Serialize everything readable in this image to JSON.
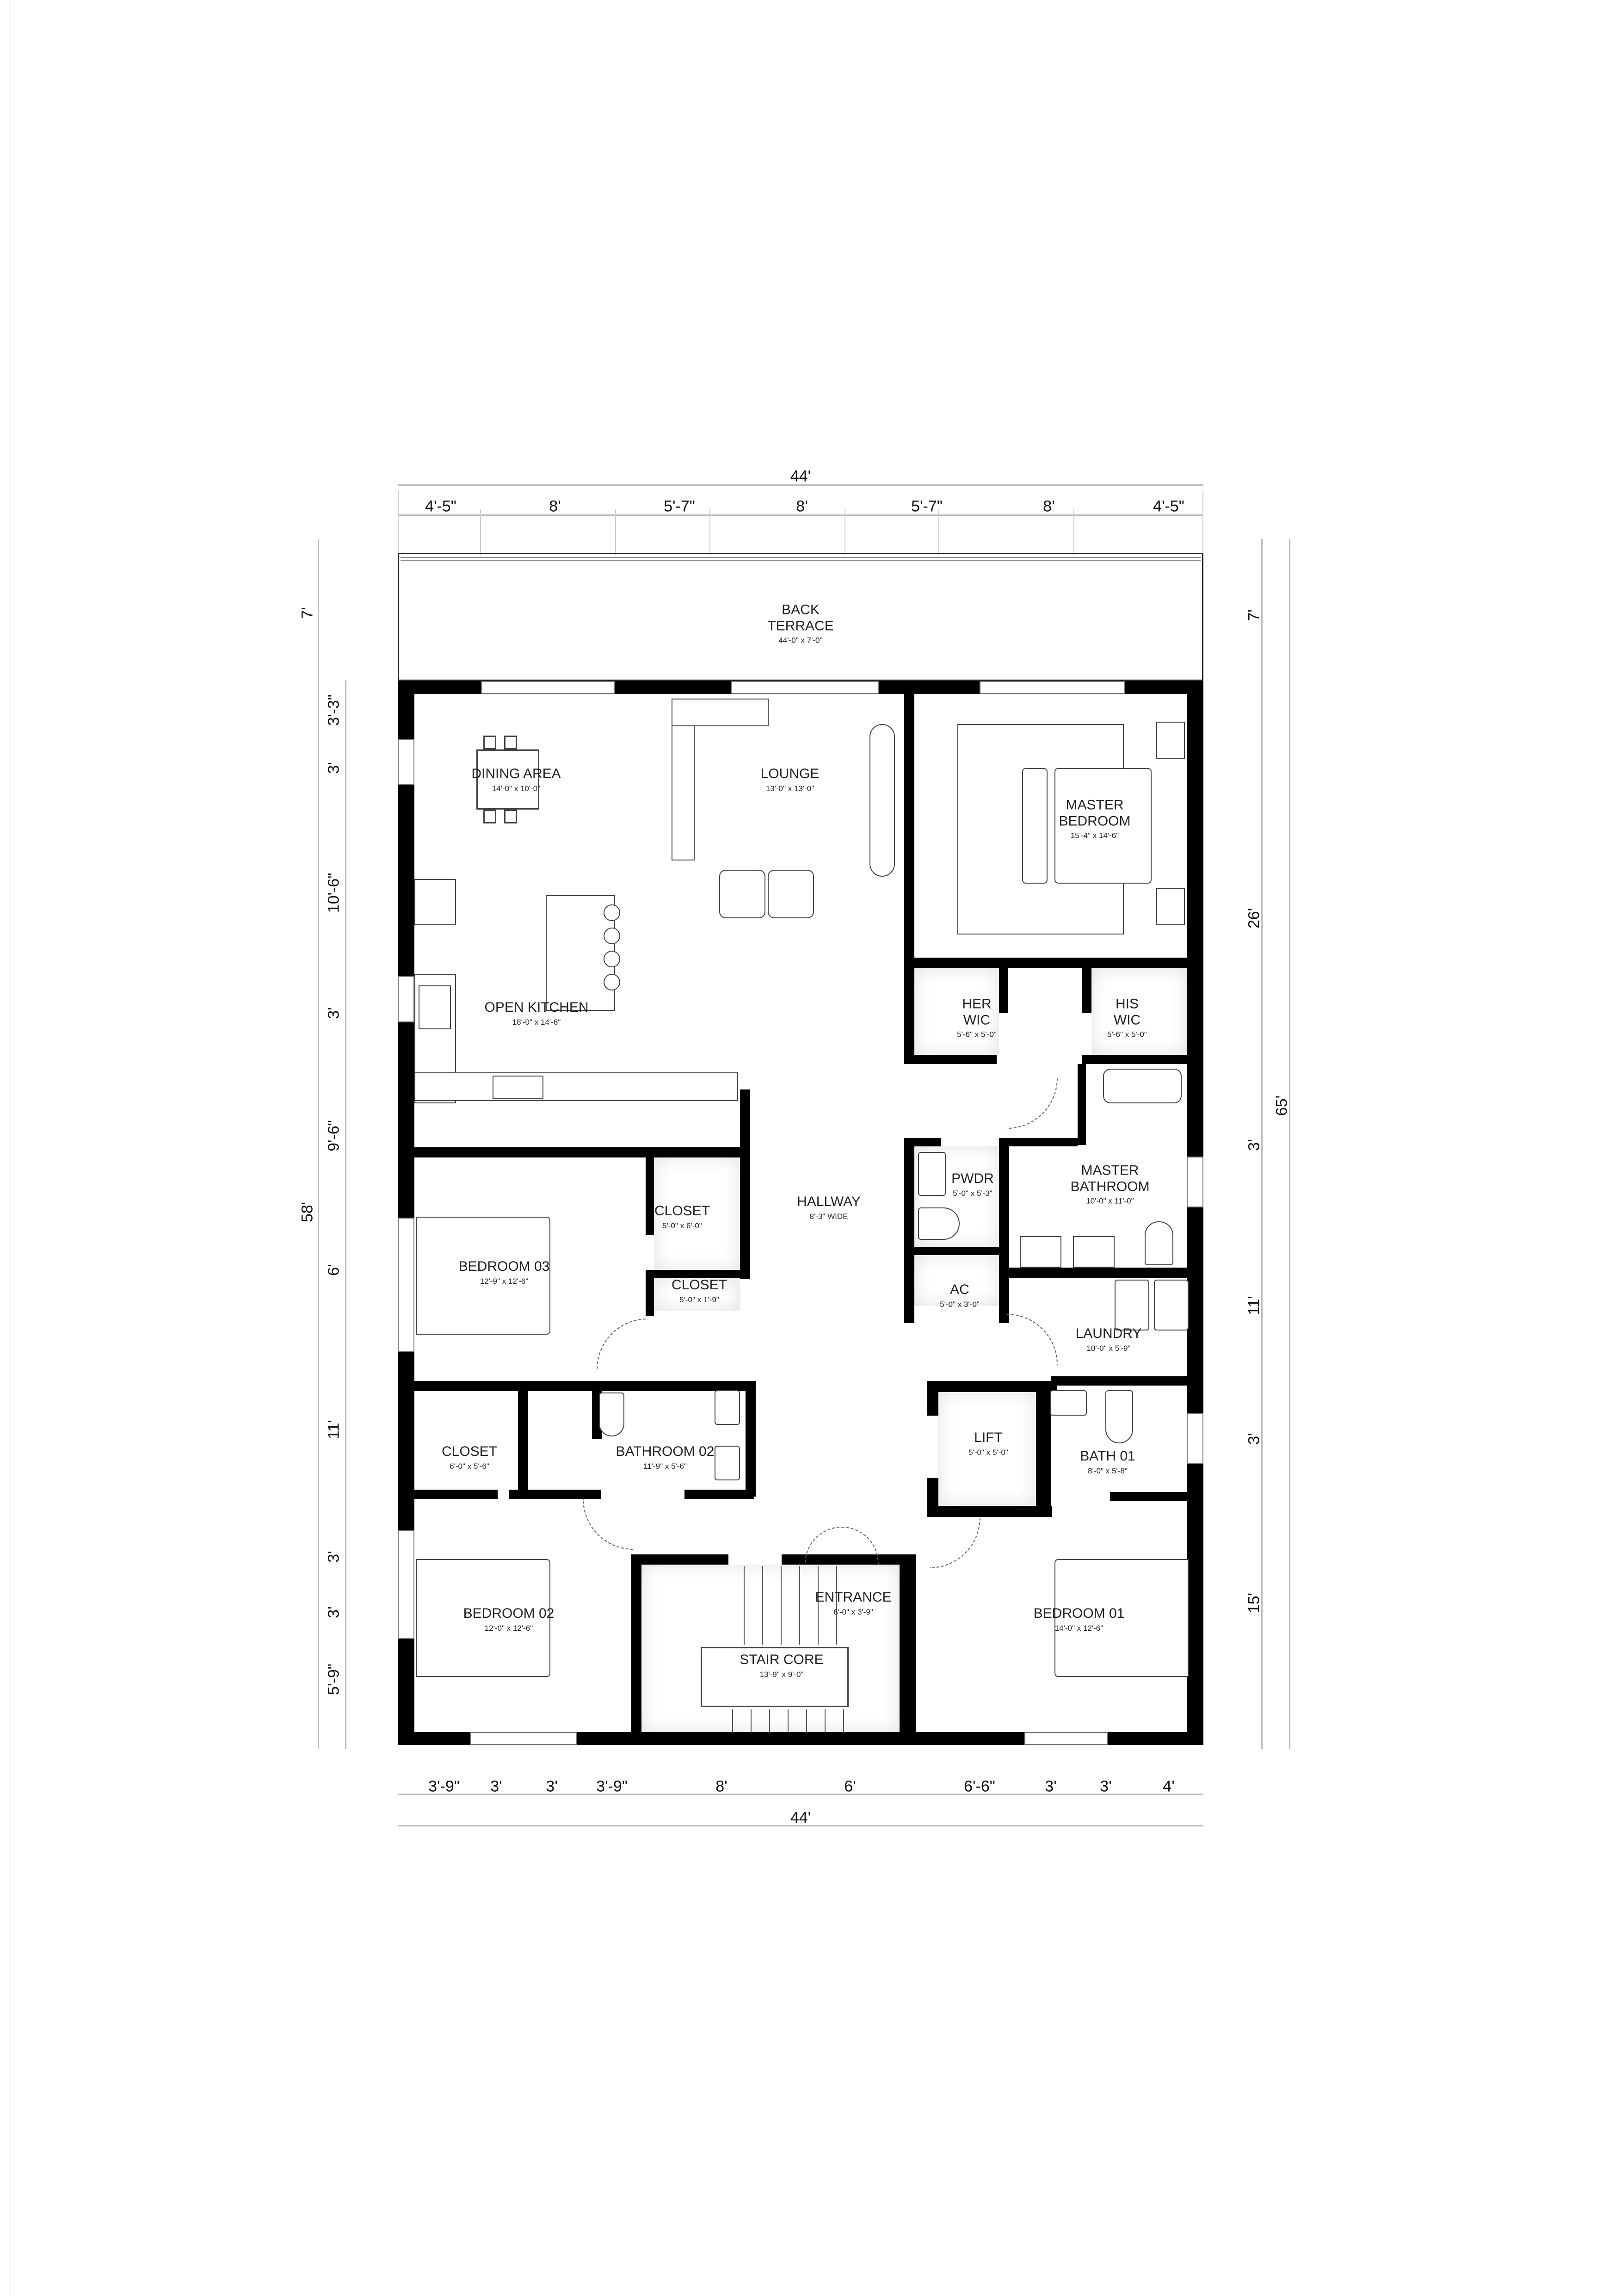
{
  "plan": {
    "overall_width": "44'",
    "overall_depth_left": "58'",
    "overall_depth_right": "65'",
    "top_dims": [
      "4'-5\"",
      "8'",
      "5'-7\"",
      "8'",
      "5'-7\"",
      "8'",
      "4'-5\""
    ],
    "bottom_dims": [
      "3'-9\"",
      "3'",
      "3'",
      "3'-9\"",
      "8'",
      "6'",
      "6'-6\"",
      "3'",
      "3'",
      "4'"
    ],
    "left_dims": [
      "7'",
      "3'-3\"",
      "3'",
      "10'-6\"",
      "3'",
      "9'-6\"",
      "6'",
      "11'",
      "3'",
      "3'",
      "5'-9\""
    ],
    "right_dims": [
      "7'",
      "26'",
      "3'",
      "11'",
      "3'",
      "15'"
    ]
  },
  "rooms": {
    "back_terrace": {
      "name": "BACK\nTERRACE",
      "line1": "BACK",
      "line2": "TERRACE",
      "size": "44'-0\" x 7'-0\""
    },
    "dining_area": {
      "name": "DINING AREA",
      "size": "14'-0\" x 10'-0\""
    },
    "lounge": {
      "name": "LOUNGE",
      "size": "13'-0\" x 13'-0\""
    },
    "master_bedroom": {
      "line1": "MASTER",
      "line2": "BEDROOM",
      "size": "15'-4\" x 14'-6\""
    },
    "open_kitchen": {
      "name": "OPEN KITCHEN",
      "size": "18'-0\" x 14'-6\""
    },
    "her_wic": {
      "line1": "HER",
      "line2": "WIC",
      "size": "5'-6\" x 5'-0\""
    },
    "his_wic": {
      "line1": "HIS",
      "line2": "WIC",
      "size": "5'-6\" x 5'-0\""
    },
    "pwdr": {
      "name": "PWDR",
      "size": "5'-0\" x 5'-3\""
    },
    "master_bathroom": {
      "line1": "MASTER",
      "line2": "BATHROOM",
      "size": "10'-0\" x 11'-0\""
    },
    "hallway": {
      "name": "HALLWAY",
      "size": "8'-3\" WIDE"
    },
    "closet_a": {
      "name": "CLOSET",
      "size": "5'-0\" x 6'-0\""
    },
    "closet_b": {
      "name": "CLOSET",
      "size": "5'-0\" x 1'-9\""
    },
    "bedroom_03": {
      "name": "BEDROOM 03",
      "size": "12'-9\" x 12'-6\""
    },
    "ac": {
      "name": "AC",
      "size": "5'-0\" x 3'-0\""
    },
    "laundry": {
      "name": "LAUNDRY",
      "size": "10'-0\" x 5'-9\""
    },
    "closet_c": {
      "name": "CLOSET",
      "size": "6'-0\" x 5'-6\""
    },
    "bathroom_02": {
      "name": "BATHROOM 02",
      "size": "11'-9\" x 5'-6\""
    },
    "lift": {
      "name": "LIFT",
      "size": "5'-0\" x 5'-0\""
    },
    "bath_01": {
      "name": "BATH 01",
      "size": "8'-0\" x 5'-8\""
    },
    "bedroom_02": {
      "name": "BEDROOM 02",
      "size": "12'-0\" x 12'-6\""
    },
    "entrance": {
      "name": "ENTRANCE",
      "size": "6'-0\" x 3'-9\""
    },
    "stair_core": {
      "name": "STAIR CORE",
      "size": "13'-9\" x 9'-0\""
    },
    "bedroom_01": {
      "name": "BEDROOM 01",
      "size": "14'-0\" x 12'-6\""
    }
  },
  "colors": {
    "wall": "#000000",
    "line": "#444444",
    "dimension": "#bbbbbb"
  }
}
